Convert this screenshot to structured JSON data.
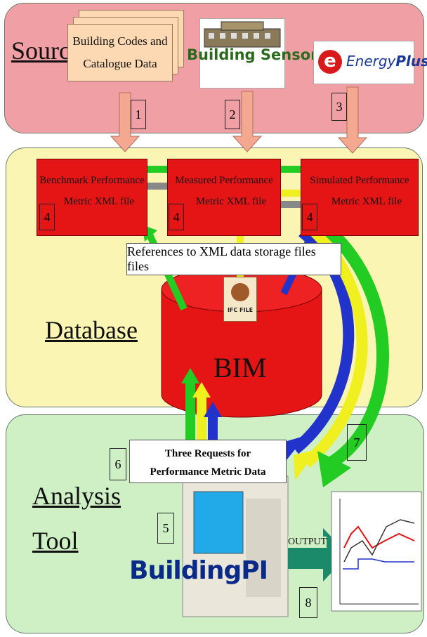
{
  "sections": {
    "source": "Source",
    "database": "Database",
    "analysis_line1": "Analysis",
    "analysis_line2": "Tool"
  },
  "sources": {
    "codes_line1": "Building Codes and",
    "codes_line2": "Catalogue Data",
    "sensors": "Building Sensors",
    "energyplus_e": "e",
    "energyplus_name": "Energy",
    "energyplus_plus": "Plus"
  },
  "xml_files": [
    {
      "line1": "Benchmark Performance",
      "line2": "Metric XML file",
      "number": "4"
    },
    {
      "line1": "Measured Performance",
      "line2": "Metric XML file",
      "number": "4"
    },
    {
      "line1": "Simulated Performance",
      "line2": "Metric XML file",
      "number": "4"
    }
  ],
  "numbers": {
    "one": "1",
    "two": "2",
    "three": "3",
    "five": "5",
    "six": "6",
    "seven": "7",
    "eight": "8"
  },
  "references_label": "References to XML data storage files files",
  "ifc_label": "IFC FILE",
  "bim_label": "BIM",
  "requests_line1": "Three Requests for",
  "requests_line2": "Performance Metric Data",
  "buildingpi": "BuildingPI",
  "output_label": "OUTPUT",
  "colors": {
    "green": "#22cc22",
    "yellow": "#f0f020",
    "blue": "#2233cc",
    "red": "#e61515",
    "peach": "#f4a890"
  }
}
